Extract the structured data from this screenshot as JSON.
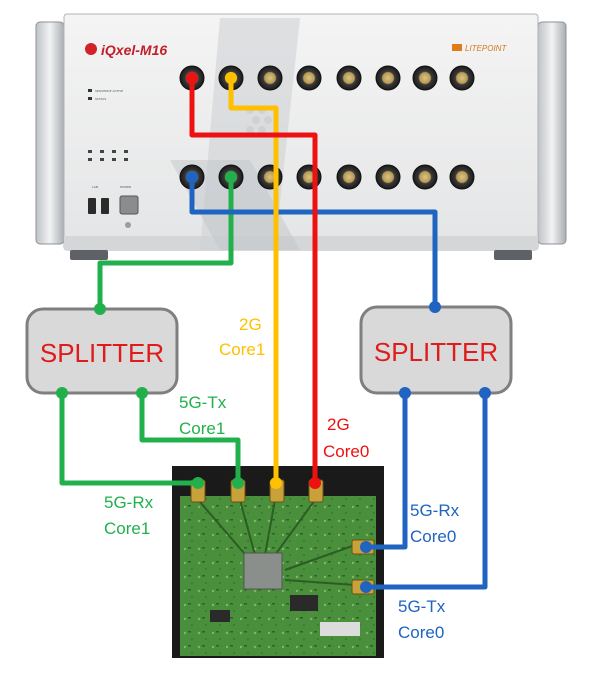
{
  "instrument": {
    "brand": "iQxel-M16",
    "vendor": "LITEPOINT",
    "indicators": [
      "SEQUENCE ACTIVE",
      "STATUS"
    ],
    "usb_label": "LAN",
    "power_label": "POWER"
  },
  "splitters": [
    {
      "label": "SPLITTER"
    },
    {
      "label": "SPLITTER"
    }
  ],
  "connections": [
    {
      "name": "2G",
      "core": "Core1",
      "color": "#ffc000"
    },
    {
      "name": "2G",
      "core": "Core0",
      "color": "#ee1111"
    },
    {
      "name": "5G-Tx",
      "core": "Core1",
      "color": "#22b04c"
    },
    {
      "name": "5G-Rx",
      "core": "Core1",
      "color": "#22b04c"
    },
    {
      "name": "5G-Rx",
      "core": "Core0",
      "color": "#1e64c0"
    },
    {
      "name": "5G-Tx",
      "core": "Core0",
      "color": "#1e64c0"
    }
  ],
  "colors": {
    "green": "#22b04c",
    "blue": "#1e64c0",
    "yellow": "#ffc000",
    "red": "#ee1111",
    "splitter_text": "#e01b1b",
    "splitter_fill": "#d9d9d9",
    "splitter_stroke": "#7f7f7f",
    "board": "#4a8f3c"
  }
}
